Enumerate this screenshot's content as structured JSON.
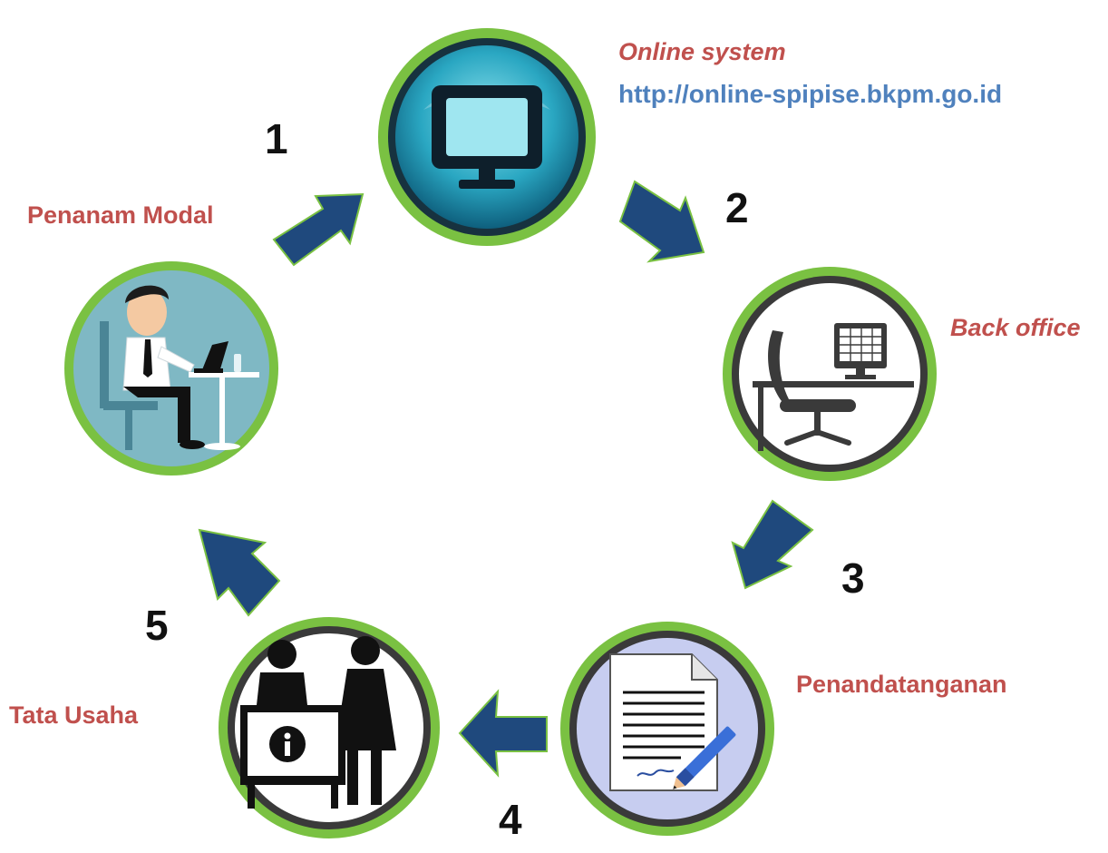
{
  "nodes": {
    "online": {
      "title": "Online system",
      "url": "http://online-spipise.bkpm.go.id",
      "icon": "monitor-icon"
    },
    "back_office": {
      "label": "Back office",
      "icon": "office-desk-icon"
    },
    "signing": {
      "label": "Penandatanganan",
      "icon": "document-sign-icon"
    },
    "admin": {
      "label": "Tata Usaha",
      "icon": "info-desk-icon"
    },
    "investor": {
      "label": "Penanam Modal",
      "icon": "investor-laptop-icon"
    }
  },
  "steps": [
    "1",
    "2",
    "3",
    "4",
    "5"
  ],
  "colors": {
    "label_red": "#c0504d",
    "url_blue": "#4f81bd",
    "arrow_blue": "#1f497d",
    "ring_green": "#7ac142"
  }
}
